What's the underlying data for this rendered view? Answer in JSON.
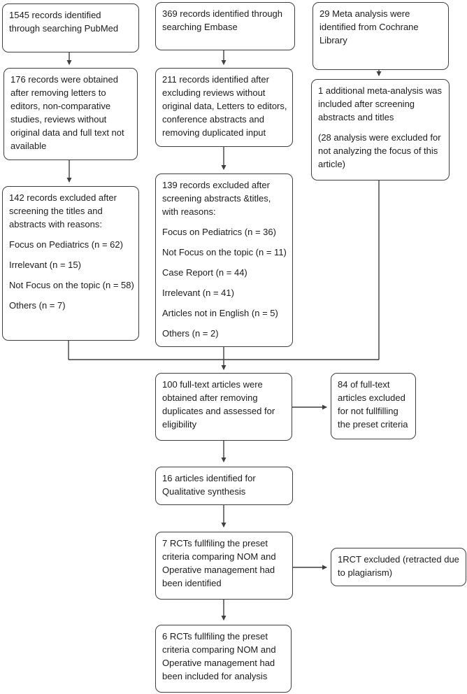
{
  "colors": {
    "border": "#3f3f3f",
    "arrow": "#3f3f3f",
    "text": "#1c1c1c",
    "bg": "#ffffff"
  },
  "boxes": {
    "pubmed_identified": {
      "lines": [
        "1545 records identified through searching PubMed"
      ]
    },
    "embase_identified": {
      "lines": [
        "369 records identified through searching Embase"
      ]
    },
    "cochrane_identified": {
      "lines": [
        "29 Meta analysis were identified from Cochrane Library"
      ]
    },
    "pubmed_obtained": {
      "lines": [
        "176 records were obtained after removing letters to editors, non-comparative studies, reviews without original data and full text not available"
      ]
    },
    "embase_screened": {
      "lines": [
        "211 records identified after excluding reviews without original data, Letters to editors, conference abstracts and removing duplicated input"
      ]
    },
    "cochrane_included": {
      "lines": [
        "1 additional meta-analysis was included after screening abstracts and titles",
        "(28 analysis were excluded for not analyzing the focus of this article)"
      ]
    },
    "pubmed_excluded": {
      "lines": [
        "142 records excluded after screening the titles and abstracts with reasons:",
        "Focus on Pediatrics (n = 62)",
        "Irrelevant (n = 15)",
        "Not Focus on the topic (n = 58)",
        "Others (n = 7)"
      ]
    },
    "embase_excluded": {
      "lines": [
        "139 records excluded after screening abstracts &titles, with reasons:",
        "Focus on Pediatrics (n = 36)",
        "Not Focus on the topic (n = 11)",
        "Case Report (n = 44)",
        "Irrelevant (n = 41)",
        "Articles not in English (n = 5)",
        "Others (n = 2)"
      ]
    },
    "fulltext_assessed": {
      "lines": [
        "100 full-text articles were obtained after removing duplicates and assessed for eligibility"
      ]
    },
    "fulltext_excluded": {
      "lines": [
        "84 of full-text articles excluded for not fullfilling the preset criteria"
      ]
    },
    "qualitative_synthesis": {
      "lines": [
        "16 articles identified for Qualitative synthesis"
      ]
    },
    "rcts_identified": {
      "lines": [
        "7 RCTs fullfiling the preset criteria comparing NOM and Operative management had been identified"
      ]
    },
    "rct_excluded": {
      "lines": [
        "1RCT excluded (retracted due to plagiarism)"
      ]
    },
    "rcts_included": {
      "lines": [
        "6 RCTs fullfiling the preset criteria comparing NOM and Operative management had been included for analysis"
      ]
    }
  }
}
